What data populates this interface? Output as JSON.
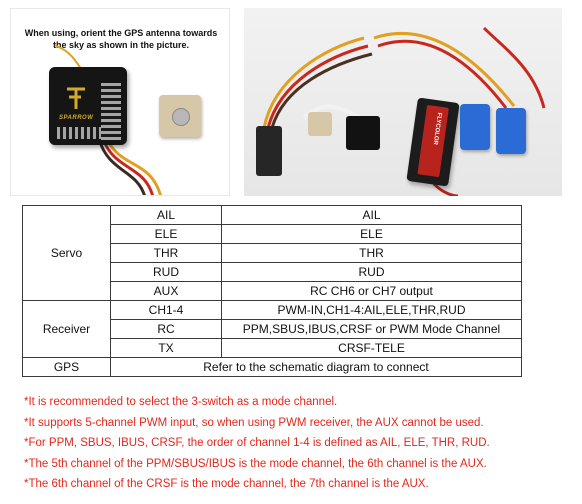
{
  "photos": {
    "left_caption": "When using, orient the GPS antenna towards the sky  as shown in the picture.",
    "board_text": "SPARROW",
    "esc_text": "FLYCOLOR"
  },
  "table": {
    "groups": [
      {
        "name": "Servo",
        "rows": [
          {
            "label": "AIL",
            "value": "AIL"
          },
          {
            "label": "ELE",
            "value": "ELE"
          },
          {
            "label": "THR",
            "value": "THR"
          },
          {
            "label": "RUD",
            "value": "RUD"
          },
          {
            "label": "AUX",
            "value": "RC CH6 or CH7 output"
          }
        ]
      },
      {
        "name": "Receiver",
        "rows": [
          {
            "label": "CH1-4",
            "value": "PWM-IN,CH1-4:AIL,ELE,THR,RUD"
          },
          {
            "label": "RC",
            "value": "PPM,SBUS,IBUS,CRSF or PWM Mode Channel"
          },
          {
            "label": "TX",
            "value": "CRSF-TELE"
          }
        ]
      },
      {
        "name": "GPS",
        "value": "Refer to the schematic diagram to connect"
      }
    ]
  },
  "notes": [
    "*It is recommended to select the 3-switch as a mode channel.",
    "*It supports 5-channel PWM input, so when using PWM receiver, the AUX cannot be used.",
    "*For PPM, SBUS, IBUS, CRSF, the order of channel 1-4 is defined as AIL, ELE, THR, RUD.",
    "*The 5th channel of the PPM/SBUS/IBUS is the mode channel, the 6th channel is the AUX.",
    "*The 6th channel of the CRSF is the mode channel, the 7th channel is the AUX."
  ],
  "colors": {
    "note_text": "#e3271c",
    "table_border": "#3a3a3a"
  }
}
